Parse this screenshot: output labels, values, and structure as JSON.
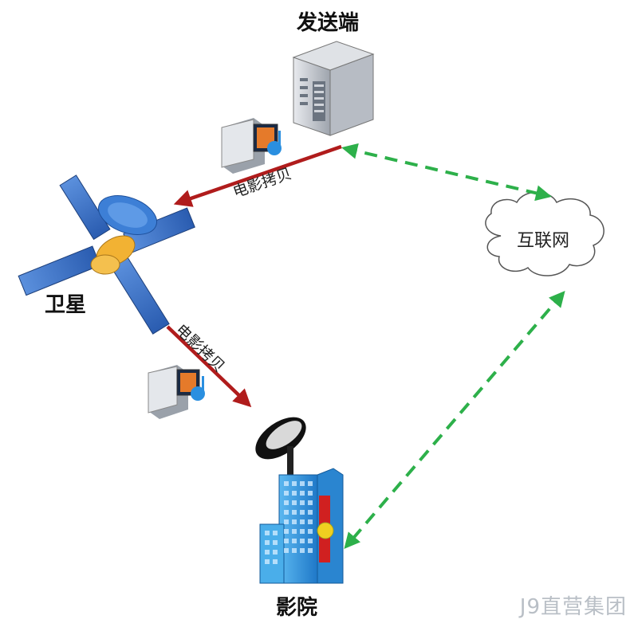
{
  "nodes": {
    "sender": "发送端",
    "satellite": "卫星",
    "cinema": "影院",
    "internet": "互联网"
  },
  "edges": {
    "sender_to_satellite": "电影拷贝",
    "satellite_to_cinema": "电影拷贝"
  },
  "watermark": "J9直营集团",
  "colors": {
    "transfer_arrow": "#b01c1c",
    "network_arrow": "#2db04a",
    "satellite_panel": "#3a6fc4",
    "satellite_body": "#f2b233",
    "building": "#3aa0e6",
    "server": "#c9cdd3"
  }
}
